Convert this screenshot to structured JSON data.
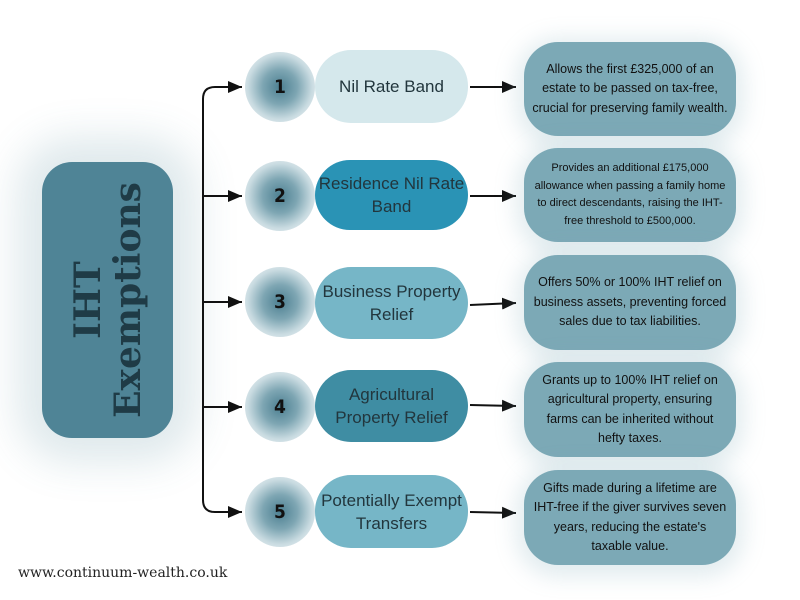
{
  "title": {
    "line1": "IHT",
    "line2": "Exemptions"
  },
  "items": [
    {
      "number": "1",
      "name": "Nil Rate Band",
      "description": "Allows the first £325,000 of an estate to be passed on tax-free, crucial for preserving family wealth.",
      "pill_color": "#d5e8ec"
    },
    {
      "number": "2",
      "name": "Residence Nil Rate Band",
      "description": "Provides an additional £175,000 allowance when passing a family home to direct descendants, raising the IHT-free threshold to £500,000.",
      "pill_color": "#2a93b5"
    },
    {
      "number": "3",
      "name": "Business Property Relief",
      "description": "Offers 50% or 100% IHT relief on business assets, preventing forced sales due to tax liabilities.",
      "pill_color": "#76b6c7"
    },
    {
      "number": "4",
      "name": "Agricultural Property Relief",
      "description": "Grants up to 100% IHT relief on agricultural property, ensuring farms can be inherited without hefty taxes.",
      "pill_color": "#3f8da3"
    },
    {
      "number": "5",
      "name": "Potentially Exempt Transfers",
      "description": "Gifts made during a lifetime are IHT-free if the giver survives seven years, reducing the estate's taxable value.",
      "pill_color": "#76b6c7"
    }
  ],
  "footer": "www.continuum-wealth.co.uk"
}
